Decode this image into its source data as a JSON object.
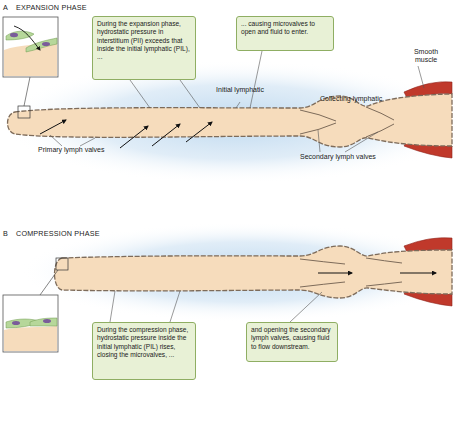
{
  "diagram": {
    "nodes": [
      {
        "text": [
          "During the expansion phase, hydrostatic pressure in interstitium (PII) exceeds that inside the initial lymphatic (PIL), ..."
        ]
      },
      {
        "text": [
          "... causing microvalves to open and fluid to enter."
        ]
      },
      {
        "text": [
          "During the compression phase, hydrostatic pressure inside the initial lymphatic (PIL) rises, closing the microvalves, ..."
        ]
      },
      {
        "text": [
          "and opening the secondary lymph valves, causing fluid to flow downstream."
        ]
      }
    ],
    "labels": [
      "A",
      "EXPANSION PHASE",
      "Initial lymphatic",
      "Collecting lymphatic",
      "Smooth muscle",
      "Primary lymph valves",
      "Secondary lymph valves",
      "B",
      "COMPRESSION PHASE"
    ]
  }
}
